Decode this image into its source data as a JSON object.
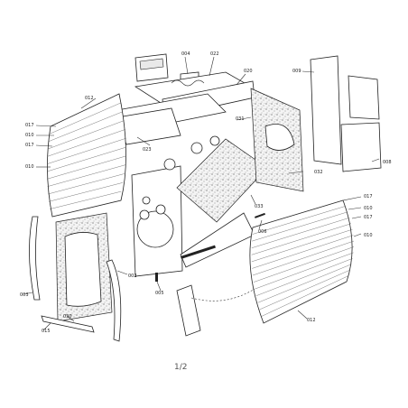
{
  "diagram": {
    "callouts": [
      {
        "id": "c004",
        "text": "004"
      },
      {
        "id": "c022",
        "text": "022"
      },
      {
        "id": "c020",
        "text": "020"
      },
      {
        "id": "c009",
        "text": "009"
      },
      {
        "id": "c012a",
        "text": "012"
      },
      {
        "id": "c017a",
        "text": "017"
      },
      {
        "id": "c010a",
        "text": "010"
      },
      {
        "id": "c017b",
        "text": "017"
      },
      {
        "id": "c010b",
        "text": "010"
      },
      {
        "id": "c023",
        "text": "023"
      },
      {
        "id": "c031",
        "text": "031"
      },
      {
        "id": "c032",
        "text": "032"
      },
      {
        "id": "c008",
        "text": "008"
      },
      {
        "id": "c017c",
        "text": "017"
      },
      {
        "id": "c010c",
        "text": "010"
      },
      {
        "id": "c017d",
        "text": "017"
      },
      {
        "id": "c033",
        "text": "033"
      },
      {
        "id": "c006",
        "text": "006"
      },
      {
        "id": "c010d",
        "text": "010"
      },
      {
        "id": "c002",
        "text": "002"
      },
      {
        "id": "c003",
        "text": "003"
      },
      {
        "id": "c030",
        "text": "030"
      },
      {
        "id": "c005",
        "text": "005"
      },
      {
        "id": "c012b",
        "text": "012"
      },
      {
        "id": "c015",
        "text": "015"
      }
    ],
    "page_number": "1/2"
  }
}
